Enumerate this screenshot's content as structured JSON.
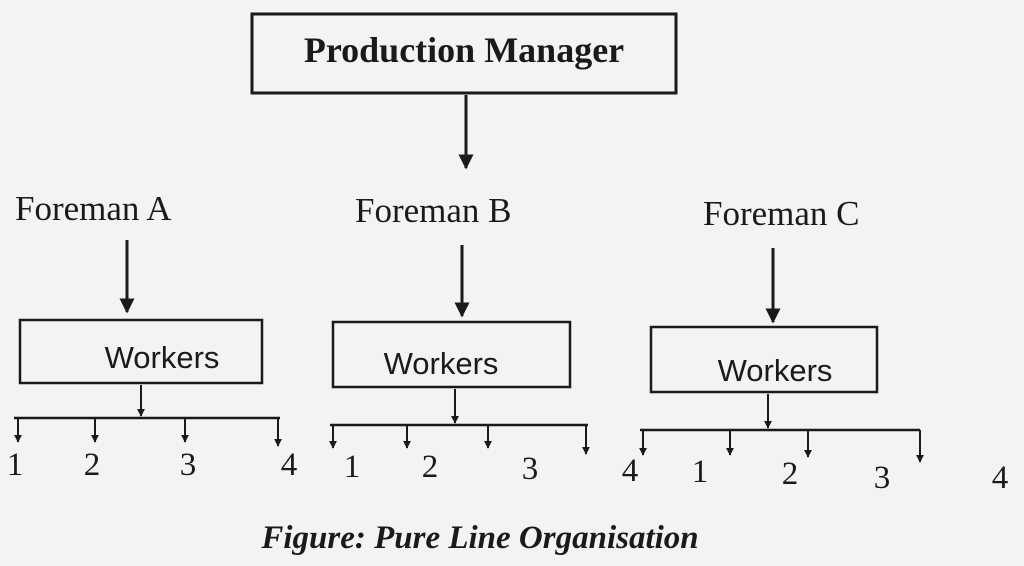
{
  "top": {
    "label": "Production Manager"
  },
  "foremen": [
    {
      "label": "Foreman A",
      "workers_label": "Workers",
      "worker_numbers": [
        "1",
        "2",
        "3",
        "4"
      ]
    },
    {
      "label": "Foreman B",
      "workers_label": "Workers",
      "worker_numbers": [
        "1",
        "2",
        "3",
        "4"
      ]
    },
    {
      "label": "Foreman C",
      "workers_label": "Workers",
      "worker_numbers": [
        "1",
        "2",
        "3",
        "4"
      ]
    }
  ],
  "caption": "Figure: Pure Line Organisation",
  "colors": {
    "ink": "#1a1a1a",
    "paper": "#f3f3f1"
  }
}
